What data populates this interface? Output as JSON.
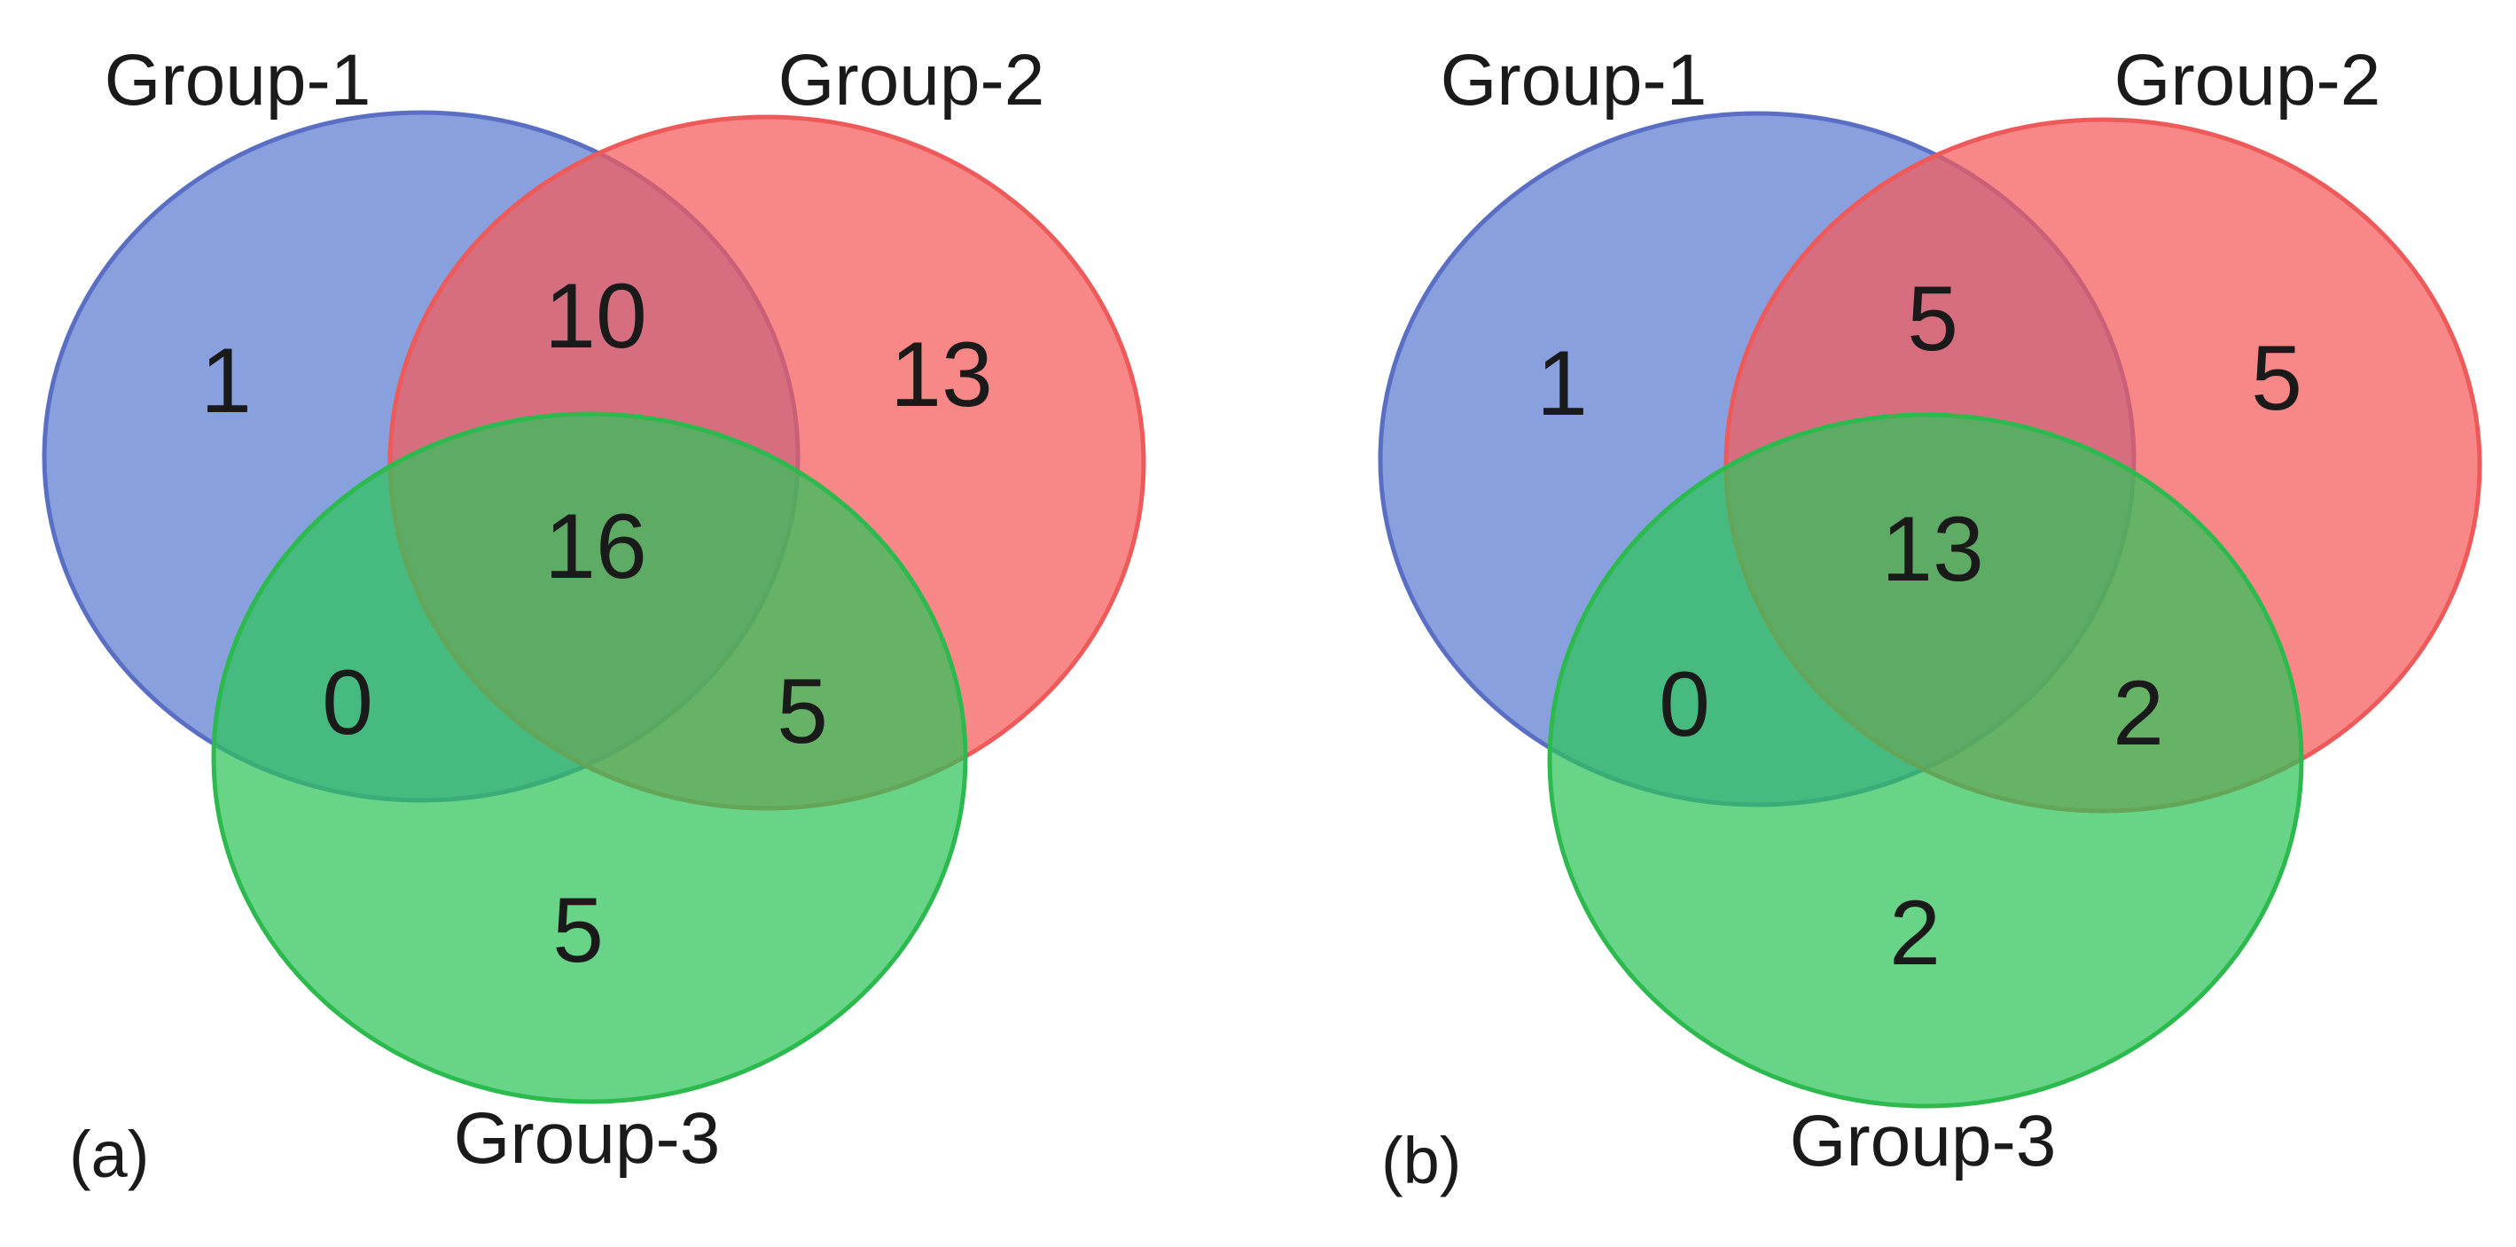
{
  "colors": {
    "group_1": "#5a7bd0",
    "group_2": "#f55a5a",
    "group_3": "#2ec45a",
    "group_1_stroke": "#5a6fc4",
    "group_2_stroke": "#ee5a5a",
    "group_3_stroke": "#2cba4e"
  },
  "panels": [
    {
      "tag": "(a)",
      "labels": {
        "group_1": "Group-1",
        "group_2": "Group-2",
        "group_3": "Group-3"
      },
      "counts": {
        "only_1": "1",
        "only_2": "13",
        "only_3": "5",
        "g1_g2": "10",
        "g1_g3": "0",
        "g2_g3": "5",
        "all": "16"
      }
    },
    {
      "tag": "(b)",
      "labels": {
        "group_1": "Group-1",
        "group_2": "Group-2",
        "group_3": "Group-3"
      },
      "counts": {
        "only_1": "1",
        "only_2": "5",
        "only_3": "2",
        "g1_g2": "5",
        "g1_g3": "0",
        "g2_g3": "2",
        "all": "13"
      }
    }
  ]
}
